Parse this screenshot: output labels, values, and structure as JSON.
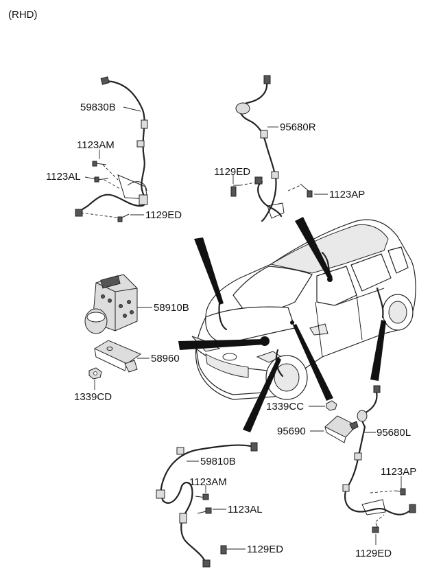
{
  "header": {
    "variant": "(RHD)"
  },
  "labels": {
    "p59830B": "59830B",
    "p1123AM_top": "1123AM",
    "p1123AL_top": "1123AL",
    "p1129ED_top": "1129ED",
    "p95680R": "95680R",
    "p1129ED_rt": "1129ED",
    "p1123AP_top": "1123AP",
    "p58910B": "58910B",
    "p58960": "58960",
    "p1339CD": "1339CD",
    "p1339CC": "1339CC",
    "p95690": "95690",
    "p95680L": "95680L",
    "p59810B": "59810B",
    "p1123AM_bot": "1123AM",
    "p1123AL_bot": "1123AL",
    "p1129ED_bot": "1129ED",
    "p1123AP_bot": "1123AP",
    "p1129ED_br": "1129ED"
  }
}
